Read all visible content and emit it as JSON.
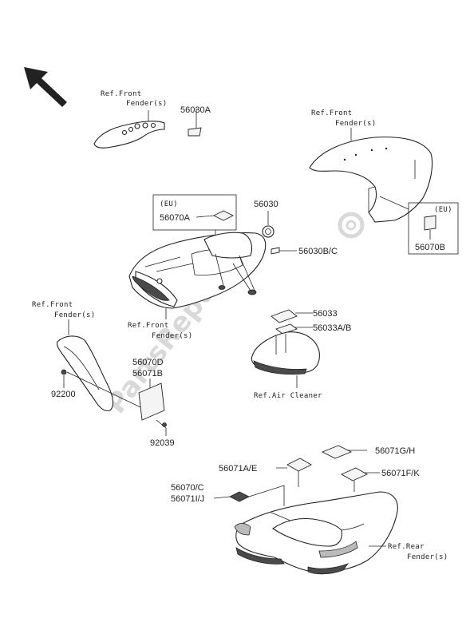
{
  "watermark": "PartsRepublik",
  "labels": {
    "ref_front_fender_1_line1": "Ref.Front",
    "ref_front_fender_1_line2": "Fender(s)",
    "p56030A": "56030A",
    "ref_front_fender_2_line1": "Ref.Front",
    "ref_front_fender_2_line2": "Fender(s)",
    "eu_1": "(EU)",
    "p56070A": "56070A",
    "p56030": "56030",
    "p56030BC": "56030B/C",
    "eu_2": "(EU)",
    "p56070B": "56070B",
    "ref_front_fender_3_line1": "Ref.Front",
    "ref_front_fender_3_line2": "Fender(s)",
    "ref_front_fender_4_line1": "Ref.Front",
    "ref_front_fender_4_line2": "Fender(s)",
    "p56033": "56033",
    "p56033AB": "56033A/B",
    "p56070D": "56070D",
    "p56071B": "56071B",
    "p92200": "92200",
    "p92039": "92039",
    "ref_air_cleaner": "Ref.Air Cleaner",
    "p56071GH": "56071G/H",
    "p56071AE": "56071A/E",
    "p56071FK": "56071F/K",
    "p56070C": "56070/C",
    "p56071IJ": "56071I/J",
    "ref_rear_fender_line1": "Ref.Rear",
    "ref_rear_fender_line2": "Fender(s)"
  },
  "colors": {
    "line": "#222222",
    "shade": "#4a4a4a",
    "watermark": "#d9d9d9"
  }
}
